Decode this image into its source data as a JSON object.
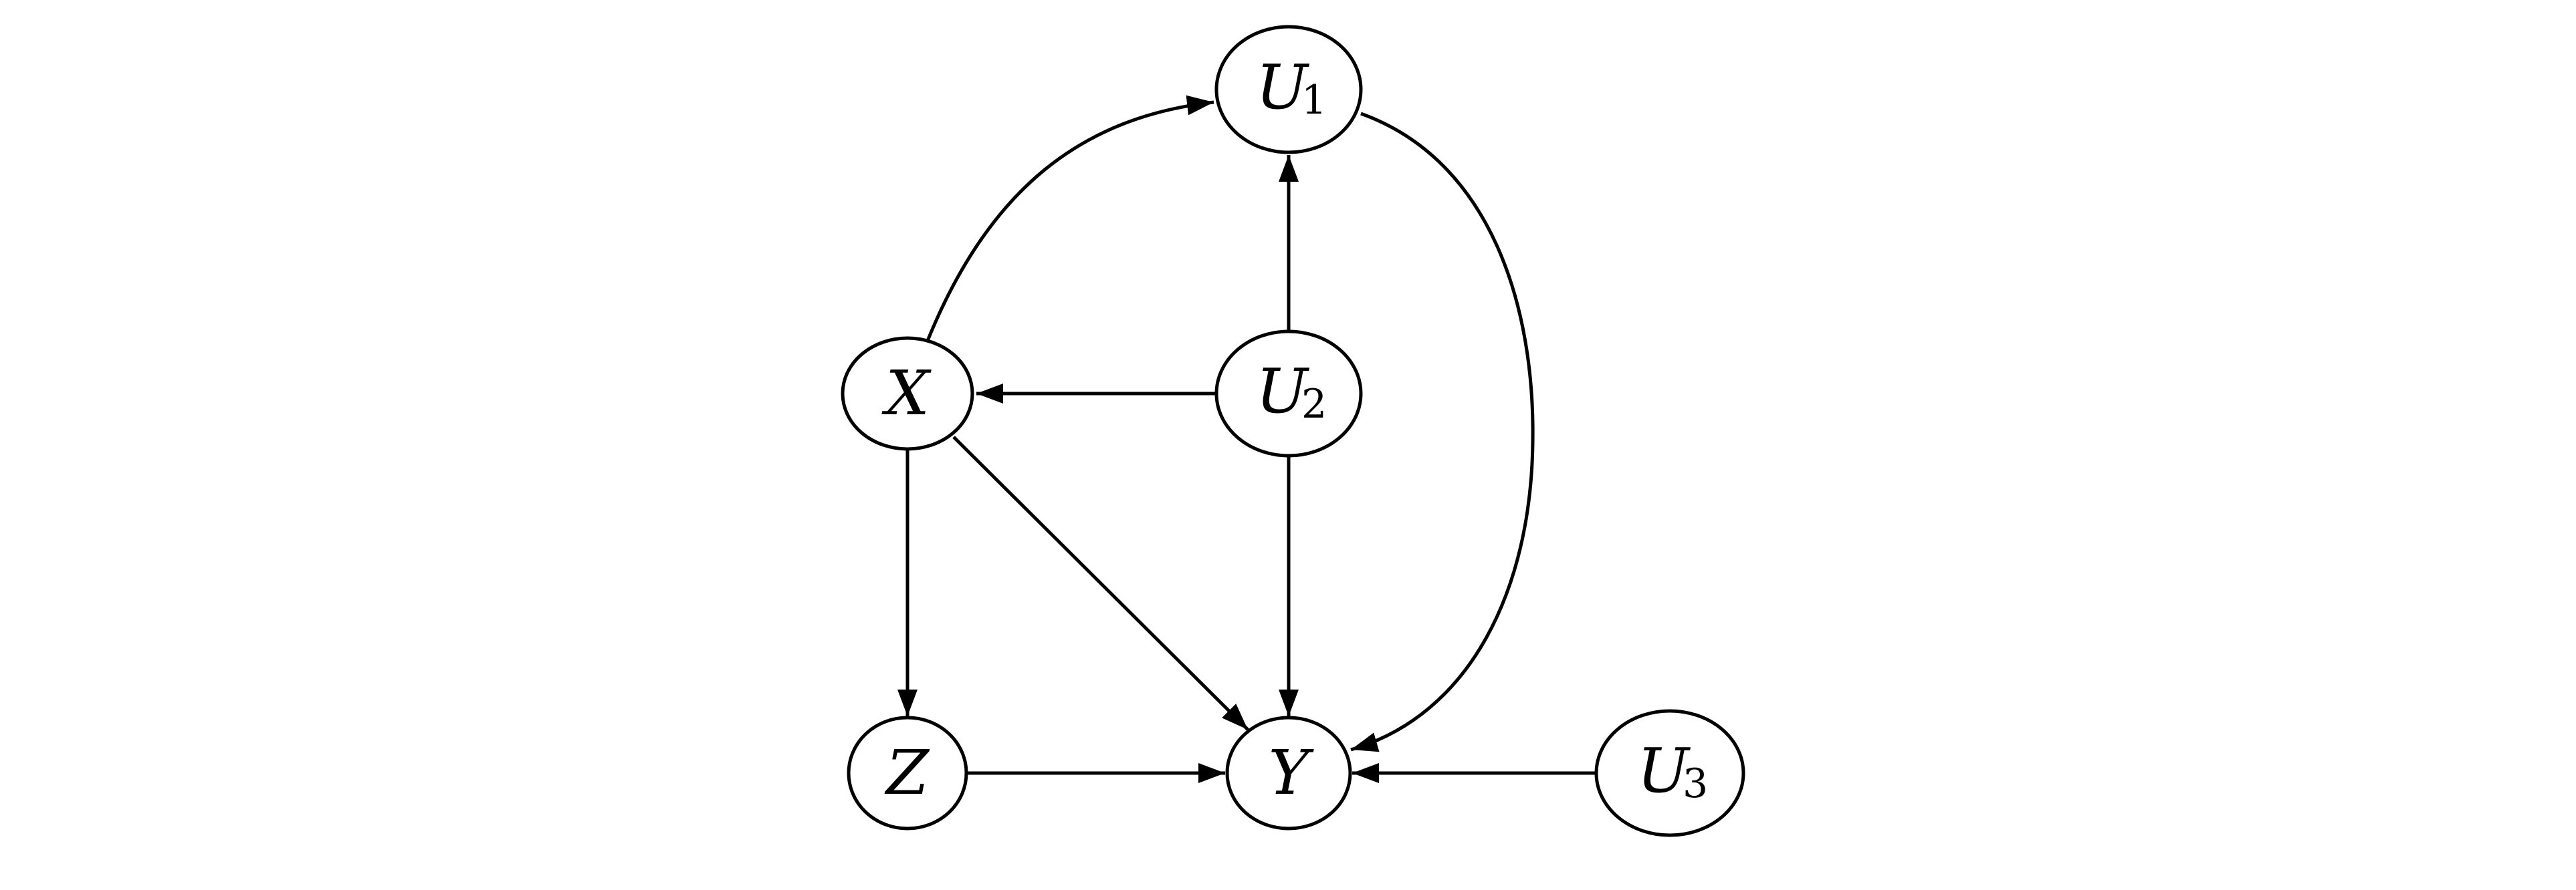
{
  "diagram": {
    "type": "directed-graph",
    "nodes": [
      {
        "id": "U1",
        "label": "U",
        "subscript": "1"
      },
      {
        "id": "U2",
        "label": "U",
        "subscript": "2"
      },
      {
        "id": "U3",
        "label": "U",
        "subscript": "3"
      },
      {
        "id": "X",
        "label": "X",
        "subscript": ""
      },
      {
        "id": "Y",
        "label": "Y",
        "subscript": ""
      },
      {
        "id": "Z",
        "label": "Z",
        "subscript": ""
      }
    ],
    "edges": [
      {
        "from": "X",
        "to": "U1"
      },
      {
        "from": "U2",
        "to": "U1"
      },
      {
        "from": "U2",
        "to": "X"
      },
      {
        "from": "U2",
        "to": "Y"
      },
      {
        "from": "U1",
        "to": "Y"
      },
      {
        "from": "X",
        "to": "Z"
      },
      {
        "from": "X",
        "to": "Y"
      },
      {
        "from": "Z",
        "to": "Y"
      },
      {
        "from": "U3",
        "to": "Y"
      }
    ],
    "colors": {
      "stroke": "#000000",
      "background": "#ffffff"
    }
  }
}
